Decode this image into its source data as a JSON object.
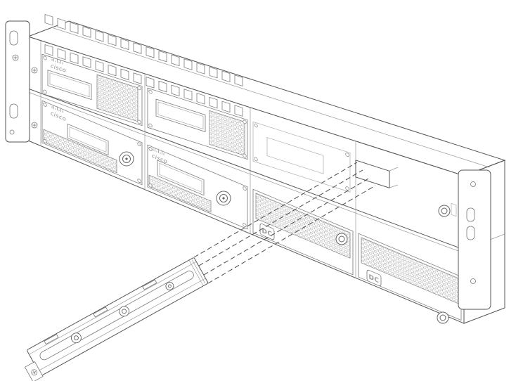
{
  "figure": {
    "kind": "isometric technical line drawing",
    "subject": "2RU rack-mount chassis with removable module",
    "action": "module aligned for insertion into open bay along dashed guide lines",
    "visible_text": [
      "cisco",
      "DC"
    ]
  },
  "brand": {
    "logo_text": "cisco"
  },
  "labels": {
    "dc": "DC"
  },
  "chassis": {
    "rows": 2,
    "bays_per_row": 4,
    "rack_ears": [
      "left",
      "right"
    ],
    "open_bay": "upper right",
    "installed_modules": [
      "line-card-1",
      "line-card-2",
      "blank-cover",
      "psu-dc-1",
      "psu-dc-2"
    ]
  },
  "guides": {
    "style": "dashed",
    "count": 4
  },
  "colors": {
    "line": "#555555",
    "line_light": "#999999",
    "guide": "#4a4a4a",
    "vent": "#9a9a9a",
    "text": "#8a8a8a",
    "background": "#ffffff"
  }
}
